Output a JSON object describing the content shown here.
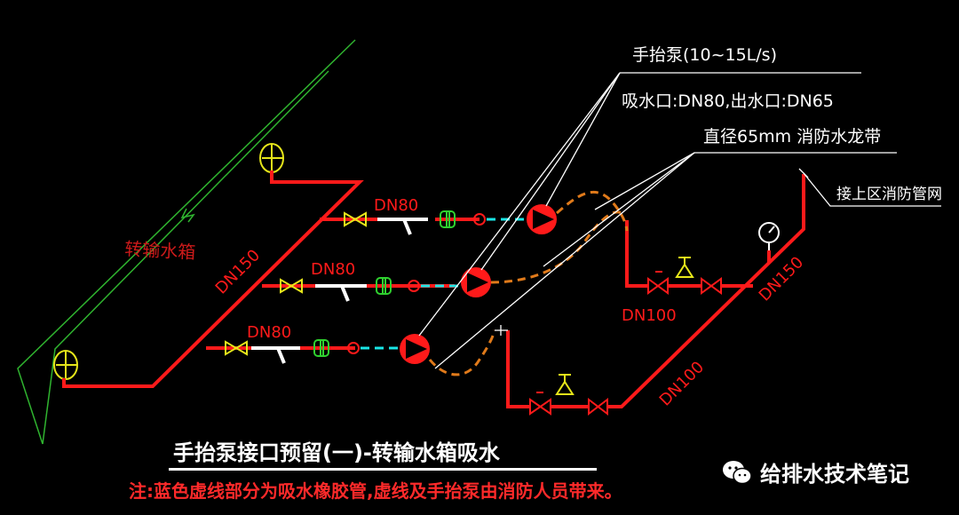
{
  "labels": {
    "tank": "转输水箱",
    "dn150_left": "DN150",
    "dn80_1": "DN80",
    "dn80_2": "DN80",
    "dn80_3": "DN80",
    "pump_note": "手抬泵(10~15L/s)",
    "inlet_outlet": "吸水口:DN80,出水口:DN65",
    "hose": "直径65mm 消防水龙带",
    "upper_zone": "接上区消防管网",
    "dn100_a": "DN100",
    "dn100_b": "DN100",
    "dn150_right": "DN150"
  },
  "title": "手抬泵接口预留(一)-转输水箱吸水",
  "note": "注:蓝色虚线部分为吸水橡胶管,虚线及手抬泵由消防人员带来。",
  "brand": "给排水技术笔记",
  "colors": {
    "pipe": "#ff1a1a",
    "hose_orange": "#e07a1a",
    "suction_cyan": "#19e6e6",
    "tank_green": "#2fb32f",
    "valve_yellow": "#e6e61a",
    "fitting_green": "#2fd12f",
    "leader_white": "#ffffff"
  },
  "icons": [
    "valve-icon",
    "tee-icon",
    "flex-joint-icon",
    "pump-icon",
    "check-valve-icon",
    "gauge-icon",
    "wechat-icon"
  ]
}
